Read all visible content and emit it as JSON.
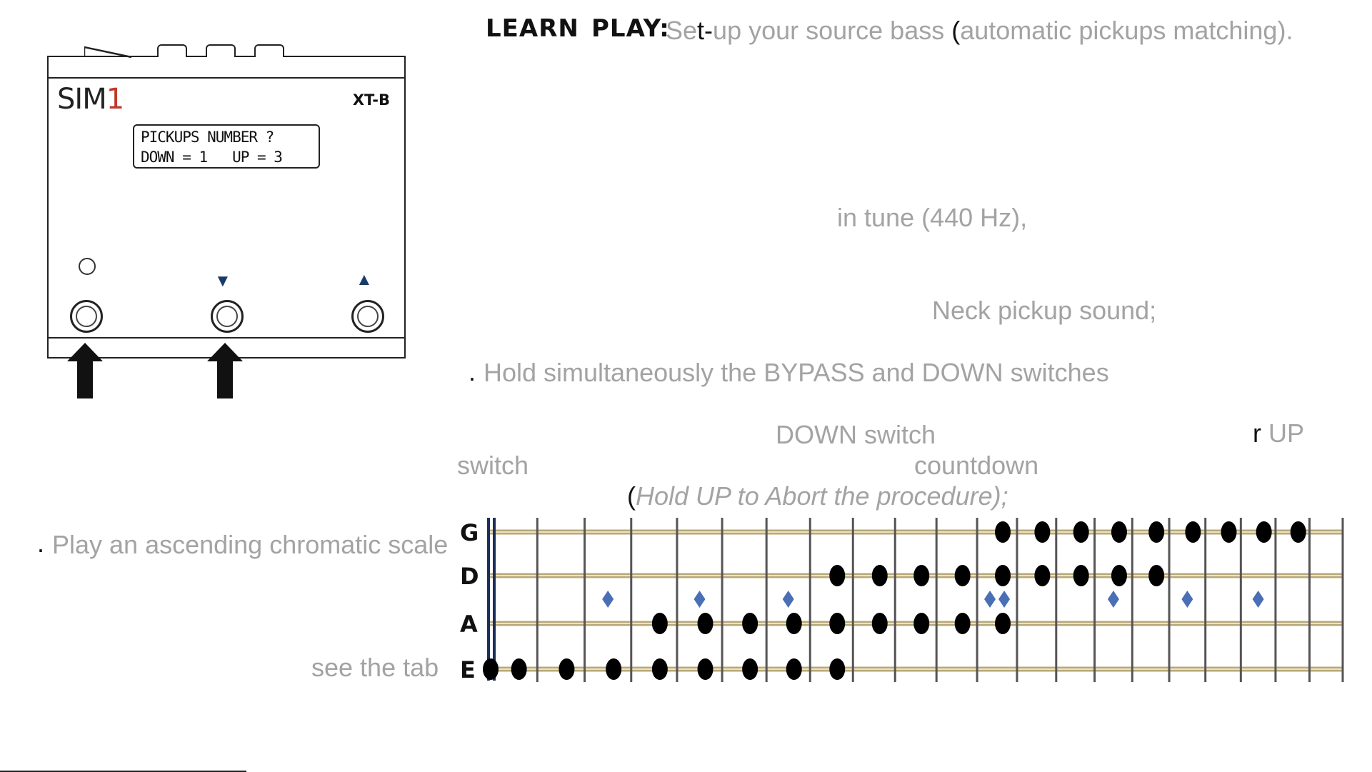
{
  "header": {
    "learn_label": "LEARN",
    "play_label": "PLAY:",
    "title_pre": "Se",
    "title_dark": "t-",
    "title_mid": "up your source bass ",
    "title_paren": "(",
    "title_post": "automatic pickups matching)."
  },
  "device": {
    "brand": "SIM",
    "brand_digit": "1",
    "model": "XT-B",
    "lcd_line1": "PICKUPS NUMBER ?",
    "lcd_line2": "DOWN = 1   UP = 3"
  },
  "instructions": {
    "tune": "in tune (440 Hz),",
    "neck": "Neck pickup sound;",
    "hold_bullet": ".",
    "hold": "Hold simultaneously the BYPASS and DOWN switches",
    "down_switch": "DOWN switch",
    "or_dark": "r",
    "up": " UP",
    "switch": "switch",
    "countdown": "countdown",
    "abort_paren": "(",
    "abort": "Hold UP to Abort the procedure);",
    "scale_bullet": ".",
    "scale": "Play an ascending chromatic scale",
    "see_tab": "see the tab"
  },
  "chart_data": {
    "type": "table",
    "strings": [
      "G",
      "D",
      "A",
      "E"
    ],
    "frets": 16,
    "notes": {
      "E": [
        0,
        1,
        2,
        3,
        4,
        5,
        6,
        7,
        8
      ],
      "A": [
        4,
        5,
        6,
        7,
        8,
        9,
        10,
        11,
        12
      ],
      "D": [
        8,
        9,
        10,
        11,
        12,
        13,
        14,
        15,
        16
      ],
      "G": [
        12,
        13,
        14,
        15,
        16,
        17,
        18,
        19,
        20
      ]
    },
    "inlay_markers": [
      3,
      5,
      7,
      12,
      12,
      15,
      17,
      19
    ],
    "colors": {
      "note": "#000000",
      "inlay": "#4a6fb5",
      "string": "#b8a97a",
      "fret": "#555555"
    }
  }
}
